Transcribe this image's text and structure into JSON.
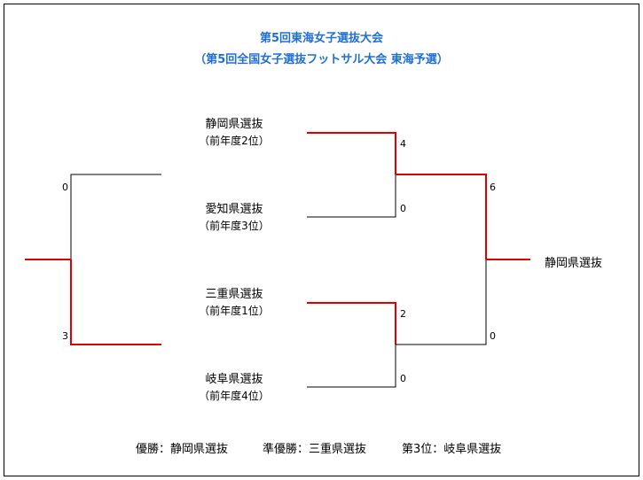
{
  "title": "第5回東海女子選抜大会",
  "subtitle": "（第5回全国女子選抜フットサル大会 東海予選）",
  "teams": [
    {
      "name": "静岡県選抜",
      "note": "（前年度2位）"
    },
    {
      "name": "愛知県選抜",
      "note": "（前年度3位）"
    },
    {
      "name": "三重県選抜",
      "note": "（前年度1位）"
    },
    {
      "name": "岐阜県選抜",
      "note": "（前年度4位）"
    }
  ],
  "scores": {
    "semi1_top": "4",
    "semi1_bottom": "0",
    "semi2_top": "2",
    "semi2_bottom": "0",
    "final_top": "6",
    "final_bottom": "0",
    "third_top": "0",
    "third_bottom": "3"
  },
  "champion": "静岡県選抜",
  "results": {
    "first": "優勝：静岡県選抜",
    "second": "準優勝：三重県選抜",
    "third": "第3位：岐阜県選抜"
  },
  "colors": {
    "win": "#e00000",
    "lose": "#000000",
    "title": "#1f6fd8"
  }
}
